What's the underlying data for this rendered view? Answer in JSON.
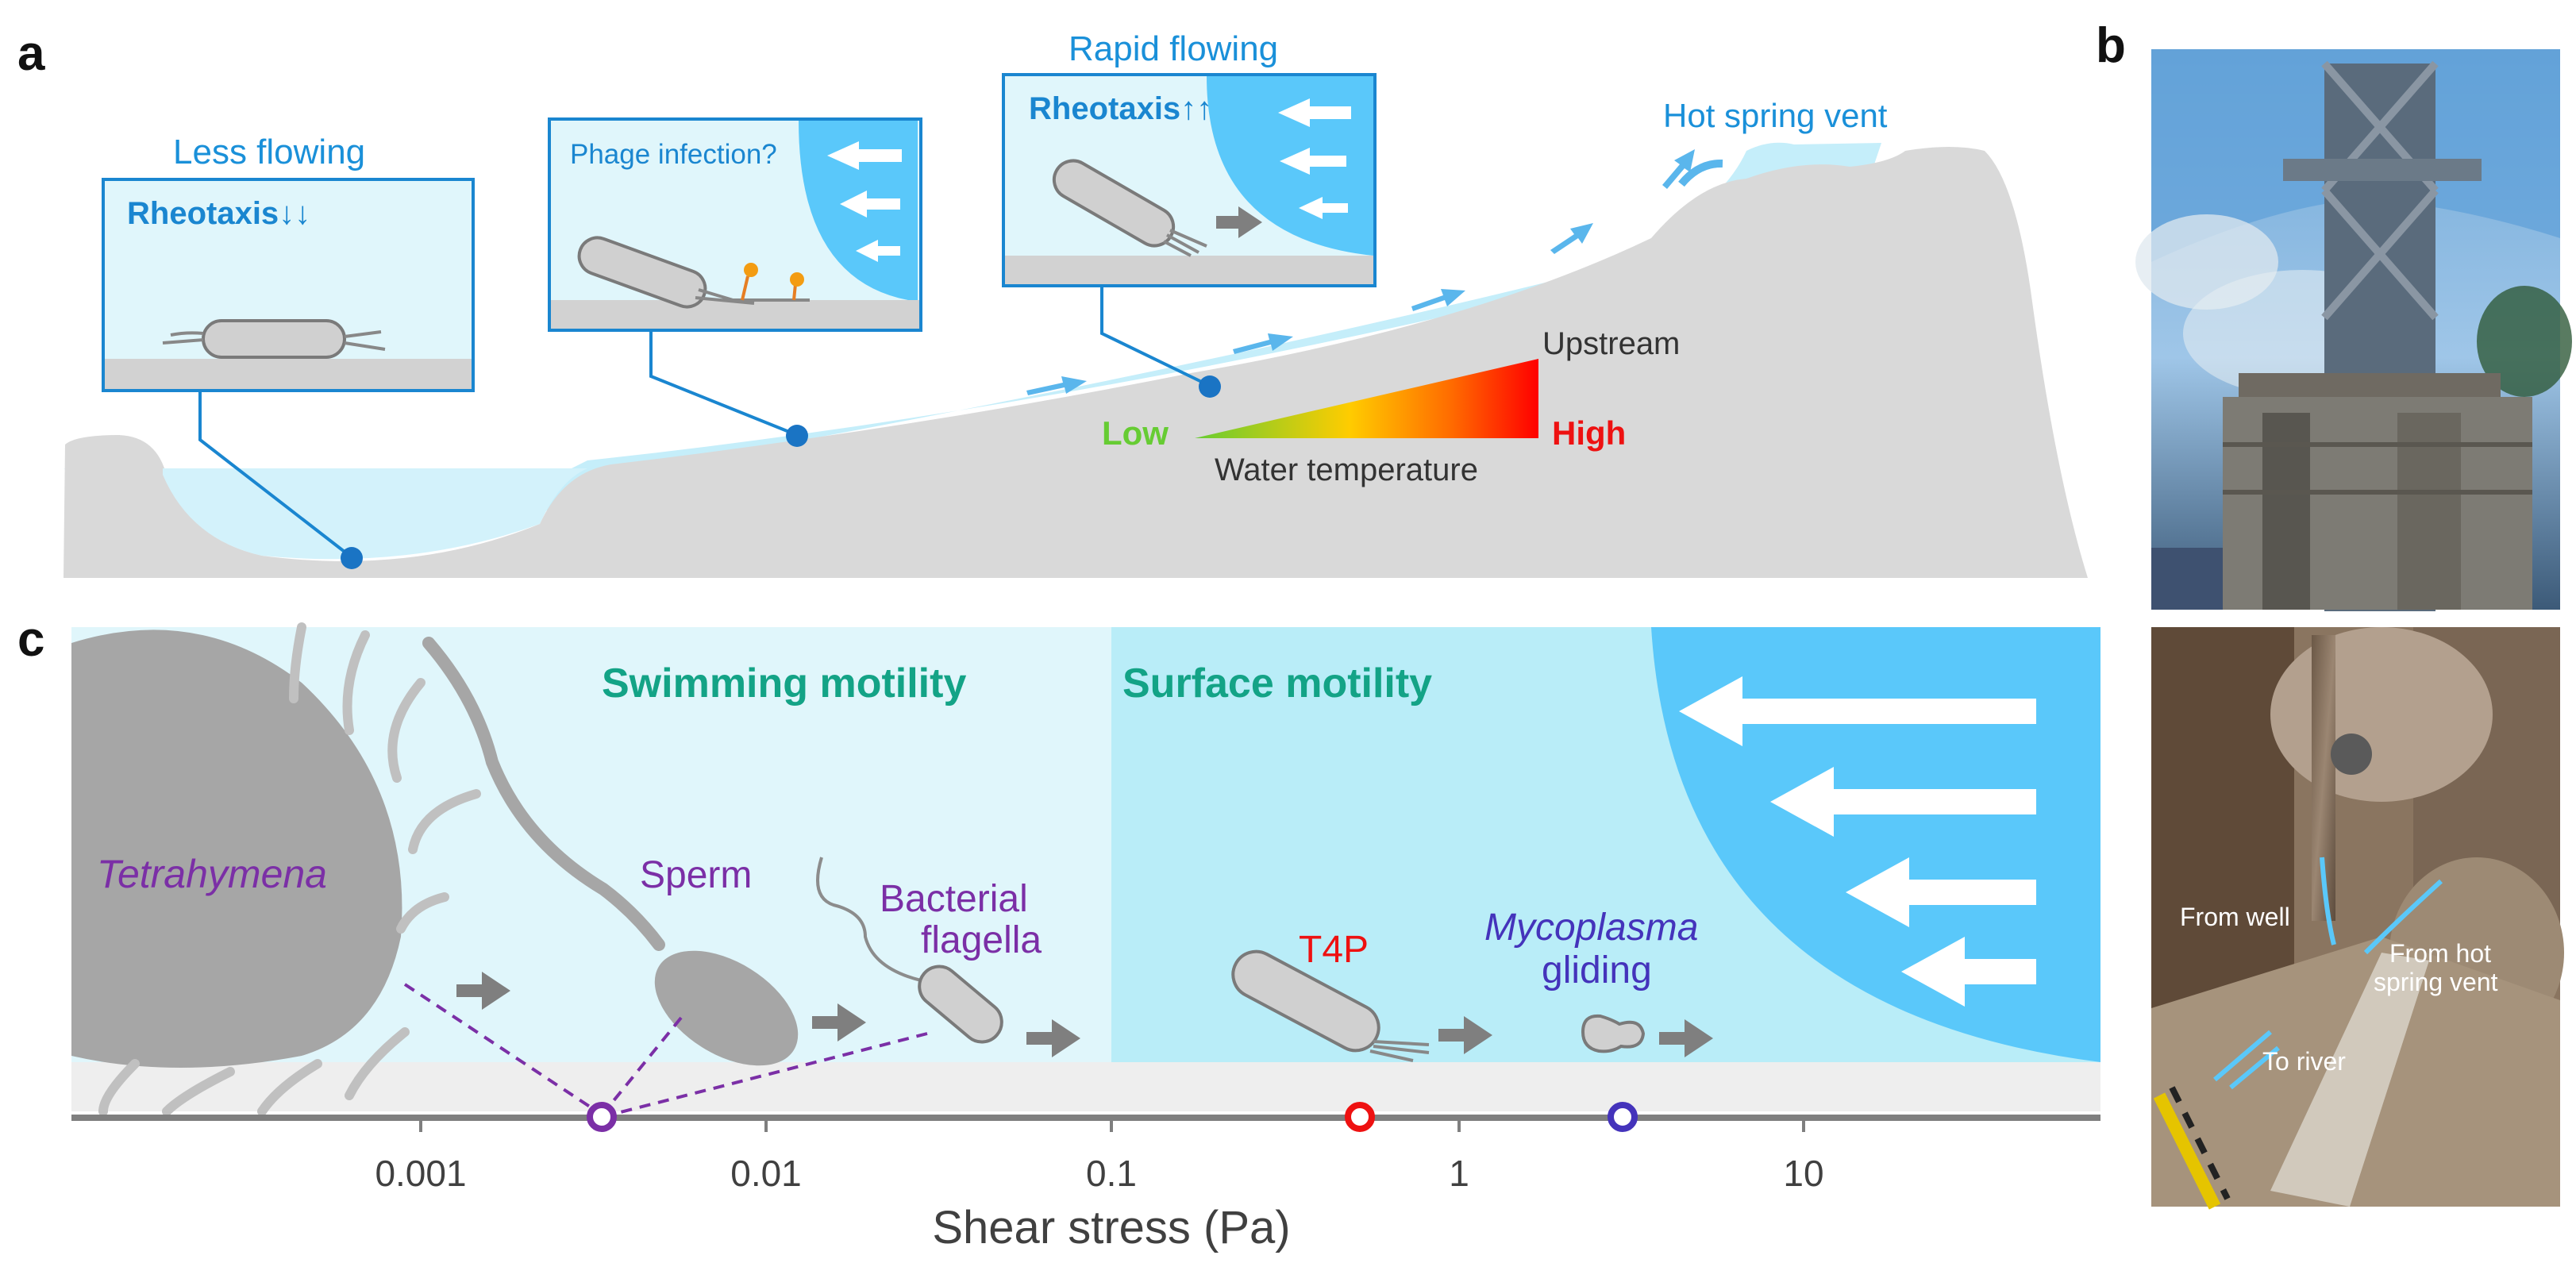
{
  "panels": {
    "a": "a",
    "b": "b",
    "c": "c"
  },
  "panel_a": {
    "less_flowing": "Less flowing",
    "rheotaxis_down": "Rheotaxis↓↓",
    "phage_infection": "Phage infection?",
    "rapid_flowing": "Rapid flowing",
    "rheotaxis_up": "Rheotaxis↑↑",
    "hot_spring_vent": "Hot spring vent",
    "upstream": "Upstream",
    "low": "Low",
    "high": "High",
    "water_temperature": "Water temperature"
  },
  "panel_b": {
    "from_well": "From well",
    "from_hot_spring_vent_1": "From hot",
    "from_hot_spring_vent_2": "spring vent",
    "to_river": "To river"
  },
  "panel_c": {
    "swimming_motility": "Swimming motility",
    "surface_motility": "Surface motility",
    "tetrahymena": "Tetrahymena",
    "sperm": "Sperm",
    "bacterial_flagella_1": "Bacterial",
    "bacterial_flagella_2": "flagella",
    "t4p": "T4P",
    "mycoplasma": "Mycoplasma",
    "gliding": "gliding",
    "axis_title": "Shear stress (Pa)",
    "ticks": [
      "0.001",
      "0.01",
      "0.1",
      "1",
      "10"
    ]
  },
  "colors": {
    "water_light": "#dff6fb",
    "water_mid": "#b8ecf8",
    "water_flow": "#5ac8fa",
    "ground": "#d9d9d9",
    "blue_text": "#0e79c9",
    "teal_text": "#13a386",
    "purple": "#7b2fa6",
    "red": "#ee1111",
    "indigo": "#4433bb",
    "gray_arrow": "#7f7f7f"
  }
}
